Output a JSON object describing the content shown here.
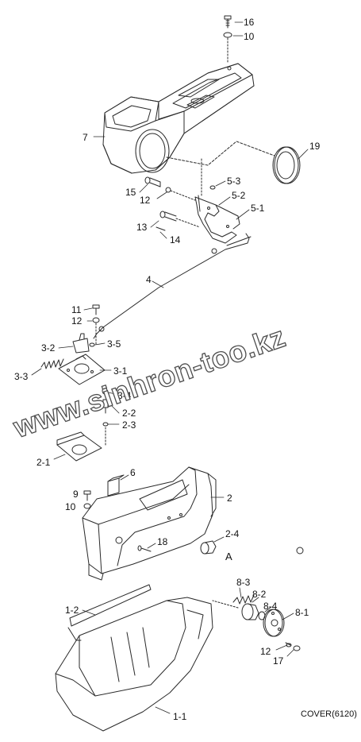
{
  "labels": {
    "l16": "16",
    "l10a": "10",
    "l7": "7",
    "l19": "19",
    "l53": "5-3",
    "l15": "15",
    "l12a": "12",
    "l52": "5-2",
    "l51": "5-1",
    "l13": "13",
    "l14": "14",
    "l4": "4",
    "l11": "11",
    "l12b": "12",
    "l32": "3-2",
    "l35": "3-5",
    "l33": "3-3",
    "l31": "3-1",
    "l34": "3-4",
    "l22": "2-2",
    "l23": "2-3",
    "l21": "2-1",
    "l6": "6",
    "l9": "9",
    "l10b": "10",
    "l2": "2",
    "l18": "18",
    "l24": "2-4",
    "lA": "A",
    "l83": "8-3",
    "l82": "8-2",
    "l84": "8-4",
    "l81": "8-1",
    "l12c": "12",
    "l17": "17",
    "l12l": "1-2",
    "l11b": "1-1"
  },
  "watermark": "www.sinhron-too.kz",
  "drawing_code": "COVER(6120)",
  "colors": {
    "line": "#2a2a2a",
    "watermark_outline": "#4d4d4d"
  }
}
